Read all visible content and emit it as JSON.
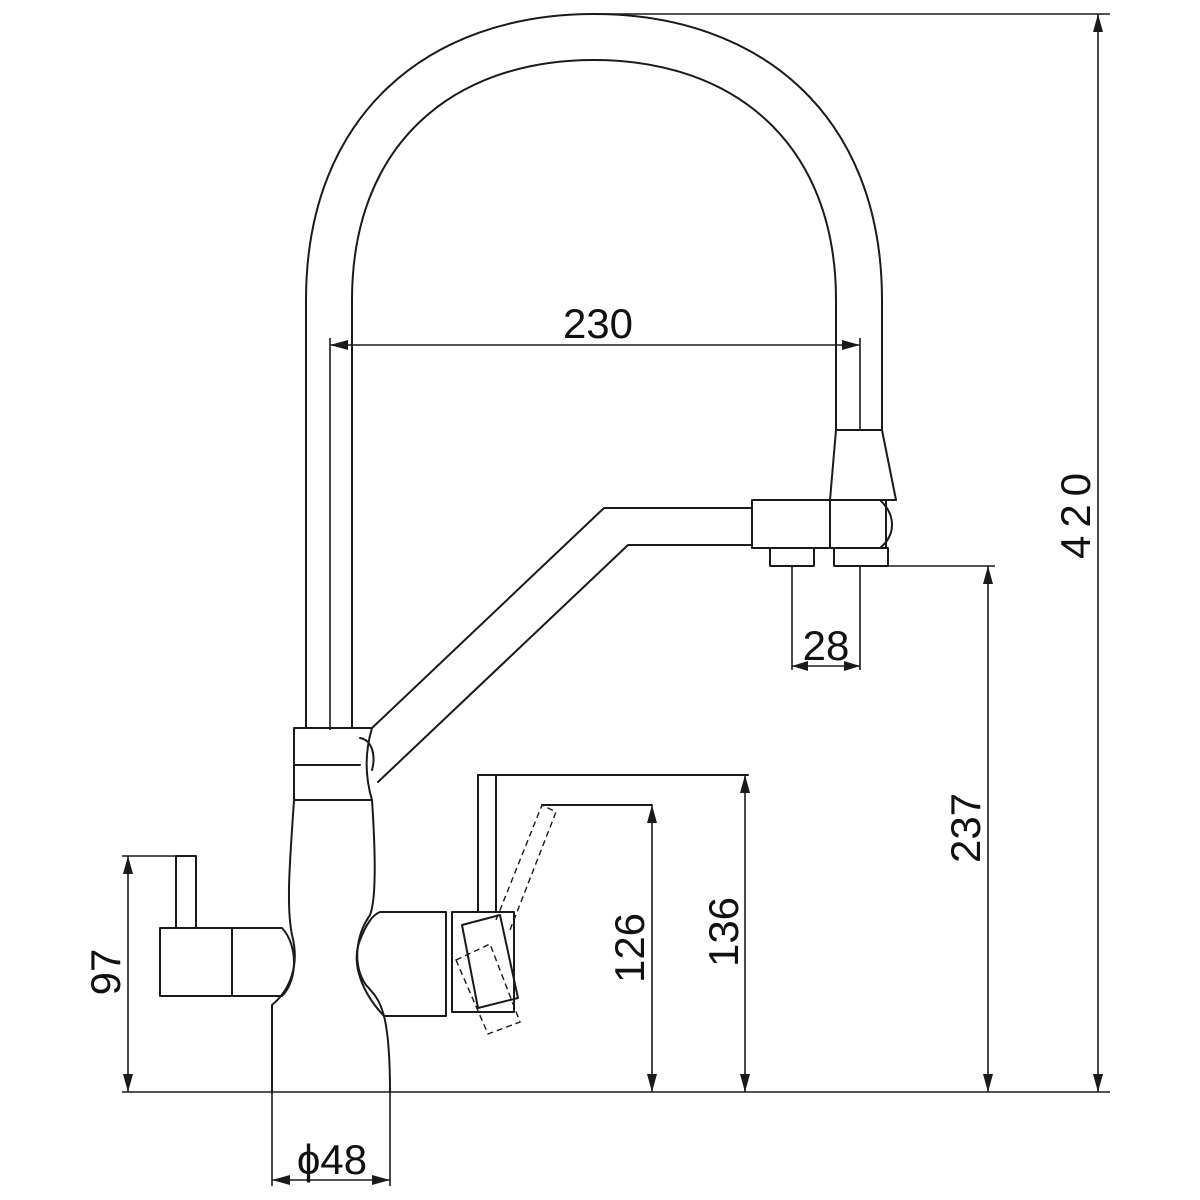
{
  "dimensions": {
    "total_height": "420",
    "reach": "230",
    "outlet_spacing": "28",
    "spout_outlet_height": "237",
    "filter_spout_height_1": "126",
    "filter_spout_height_2": "136",
    "handle_height": "97",
    "base_diameter": "ϕ48"
  },
  "colors": {
    "line": "#1a1a1a",
    "background": "#ffffff"
  }
}
